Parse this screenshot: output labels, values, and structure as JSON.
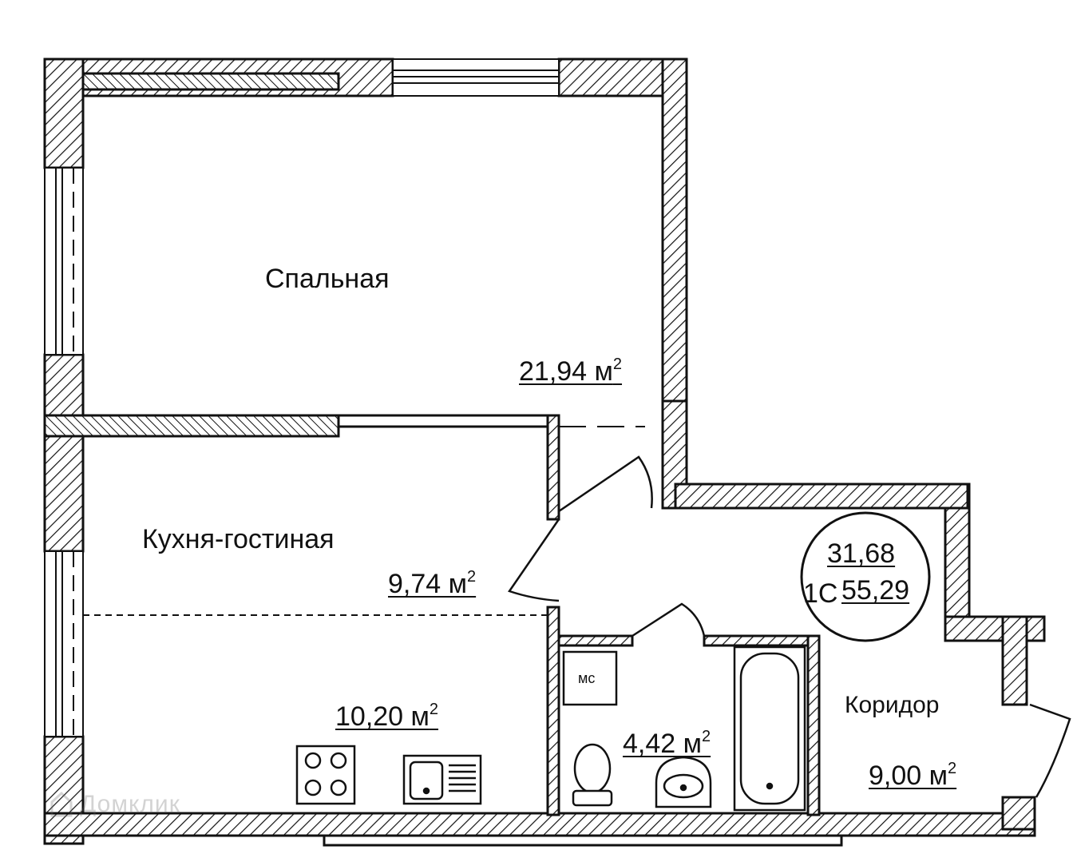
{
  "rooms": {
    "bedroom": {
      "name": "Спальная",
      "area": "21,94 м",
      "unit_sup": "2"
    },
    "kitchen_living": {
      "name": "Кухня-гостиная",
      "area_living": "9,74 м",
      "area_kitchen": "10,20 м",
      "unit_sup": "2"
    },
    "bathroom": {
      "area": "4,42 м",
      "unit_sup": "2",
      "washer_label": "мс"
    },
    "corridor": {
      "name": "Коридор",
      "area": "9,00 м",
      "unit_sup": "2"
    }
  },
  "summary_badge": {
    "living_area": "31,68",
    "type": "1С",
    "total_area": "55,29"
  },
  "watermark": "Домклик",
  "colors": {
    "line": "#111111",
    "hatch": "#111111",
    "background": "#ffffff"
  }
}
